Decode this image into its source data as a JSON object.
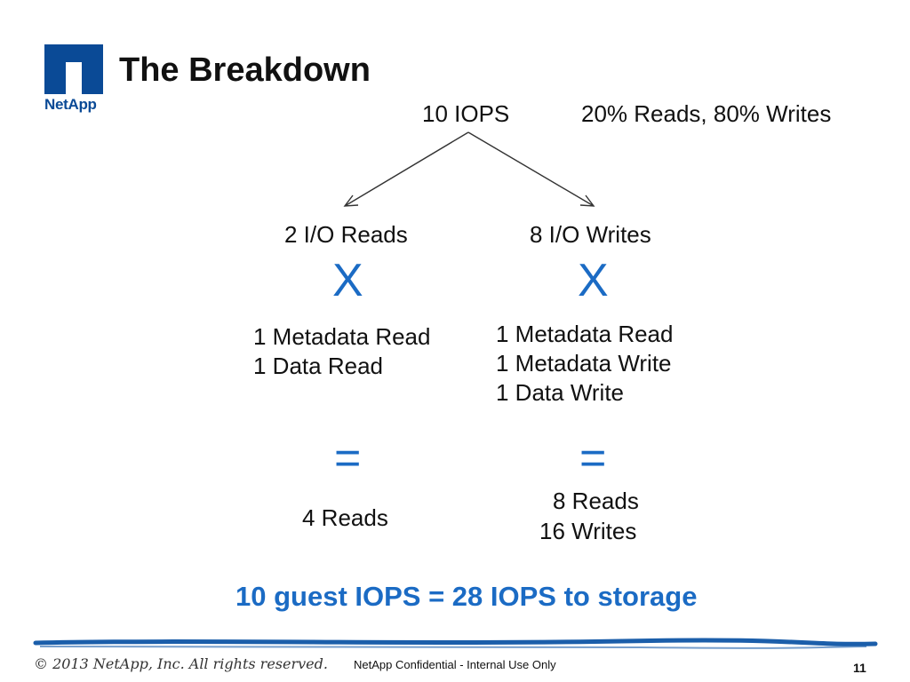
{
  "header": {
    "title": "The Breakdown",
    "brand": "NetApp"
  },
  "diagram": {
    "root_label": "10 IOPS",
    "ratio_label": "20% Reads, 80% Writes",
    "reads": {
      "label": "2 I/O Reads",
      "multiply_sign": "X",
      "multipliers": [
        "1 Metadata Read",
        "1 Data Read"
      ],
      "equals_sign": "=",
      "result": [
        "4 Reads"
      ]
    },
    "writes": {
      "label": "8 I/O Writes",
      "multiply_sign": "X",
      "multipliers": [
        "1 Metadata Read",
        "1 Metadata Write",
        "1 Data Write"
      ],
      "equals_sign": "=",
      "result": [
        "8 Reads",
        "16 Writes"
      ]
    },
    "summary": "10 guest IOPS = 28 IOPS to storage"
  },
  "footer": {
    "copyright": "© 2013 NetApp, Inc. All rights reserved.",
    "confidential": "NetApp Confidential - Internal Use Only",
    "page_number": "11"
  },
  "colors": {
    "accent": "#1b6bc4",
    "brand": "#0a4a96",
    "text": "#111111"
  }
}
